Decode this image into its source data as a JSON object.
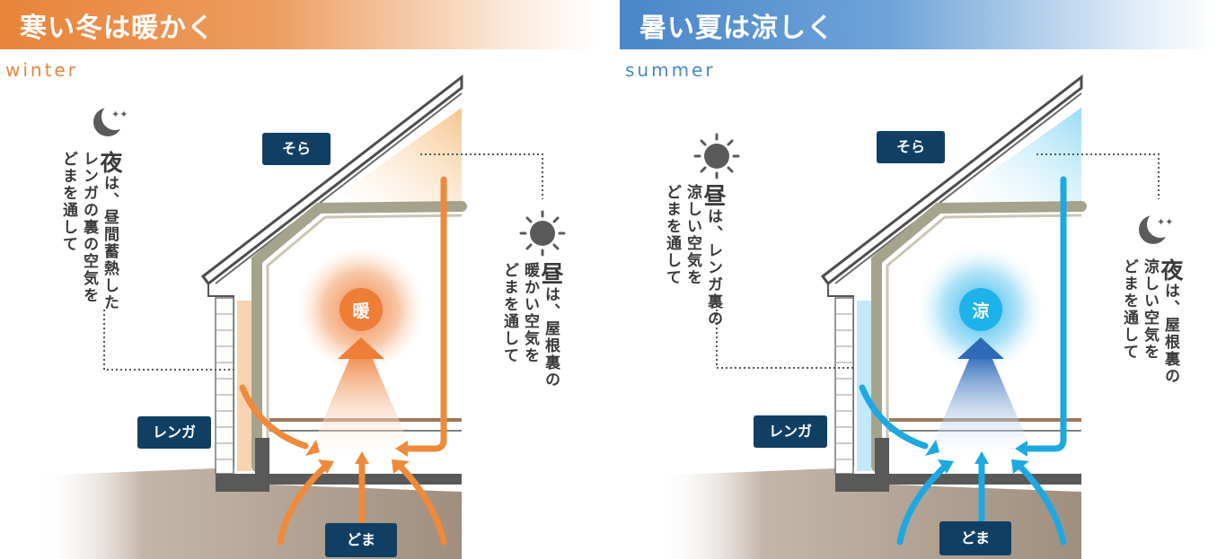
{
  "winter": {
    "title": "寒い冬は暖かく",
    "season": "winter",
    "accent": "#e8843a",
    "tags": {
      "sky": "そら",
      "brick": "レンガ",
      "ground": "どま"
    },
    "center": "暖",
    "note_left": {
      "big": "夜",
      "rest": "は、昼間蓄熱した",
      "line2": "レンガの裏の空気を",
      "line3": "どまを通して",
      "icon": "moon-icon"
    },
    "note_right": {
      "big": "昼",
      "rest": "は、屋根裏の",
      "line2": "暖かい空気を",
      "line3": "どまを通して",
      "icon": "sun-icon"
    }
  },
  "summer": {
    "title": "暑い夏は涼しく",
    "season": "summer",
    "accent": "#2aa9e0",
    "tags": {
      "sky": "そら",
      "brick": "レンガ",
      "ground": "どま"
    },
    "center": "涼",
    "note_left": {
      "big": "昼",
      "rest": "は、レンガ裏の",
      "line2": "涼しい空気を",
      "line3": "どまを通して",
      "icon": "sun-icon"
    },
    "note_right": {
      "big": "夜",
      "rest": "は、屋根裏の",
      "line2": "涼しい空気を",
      "line3": "どまを通して",
      "icon": "moon-icon"
    }
  }
}
